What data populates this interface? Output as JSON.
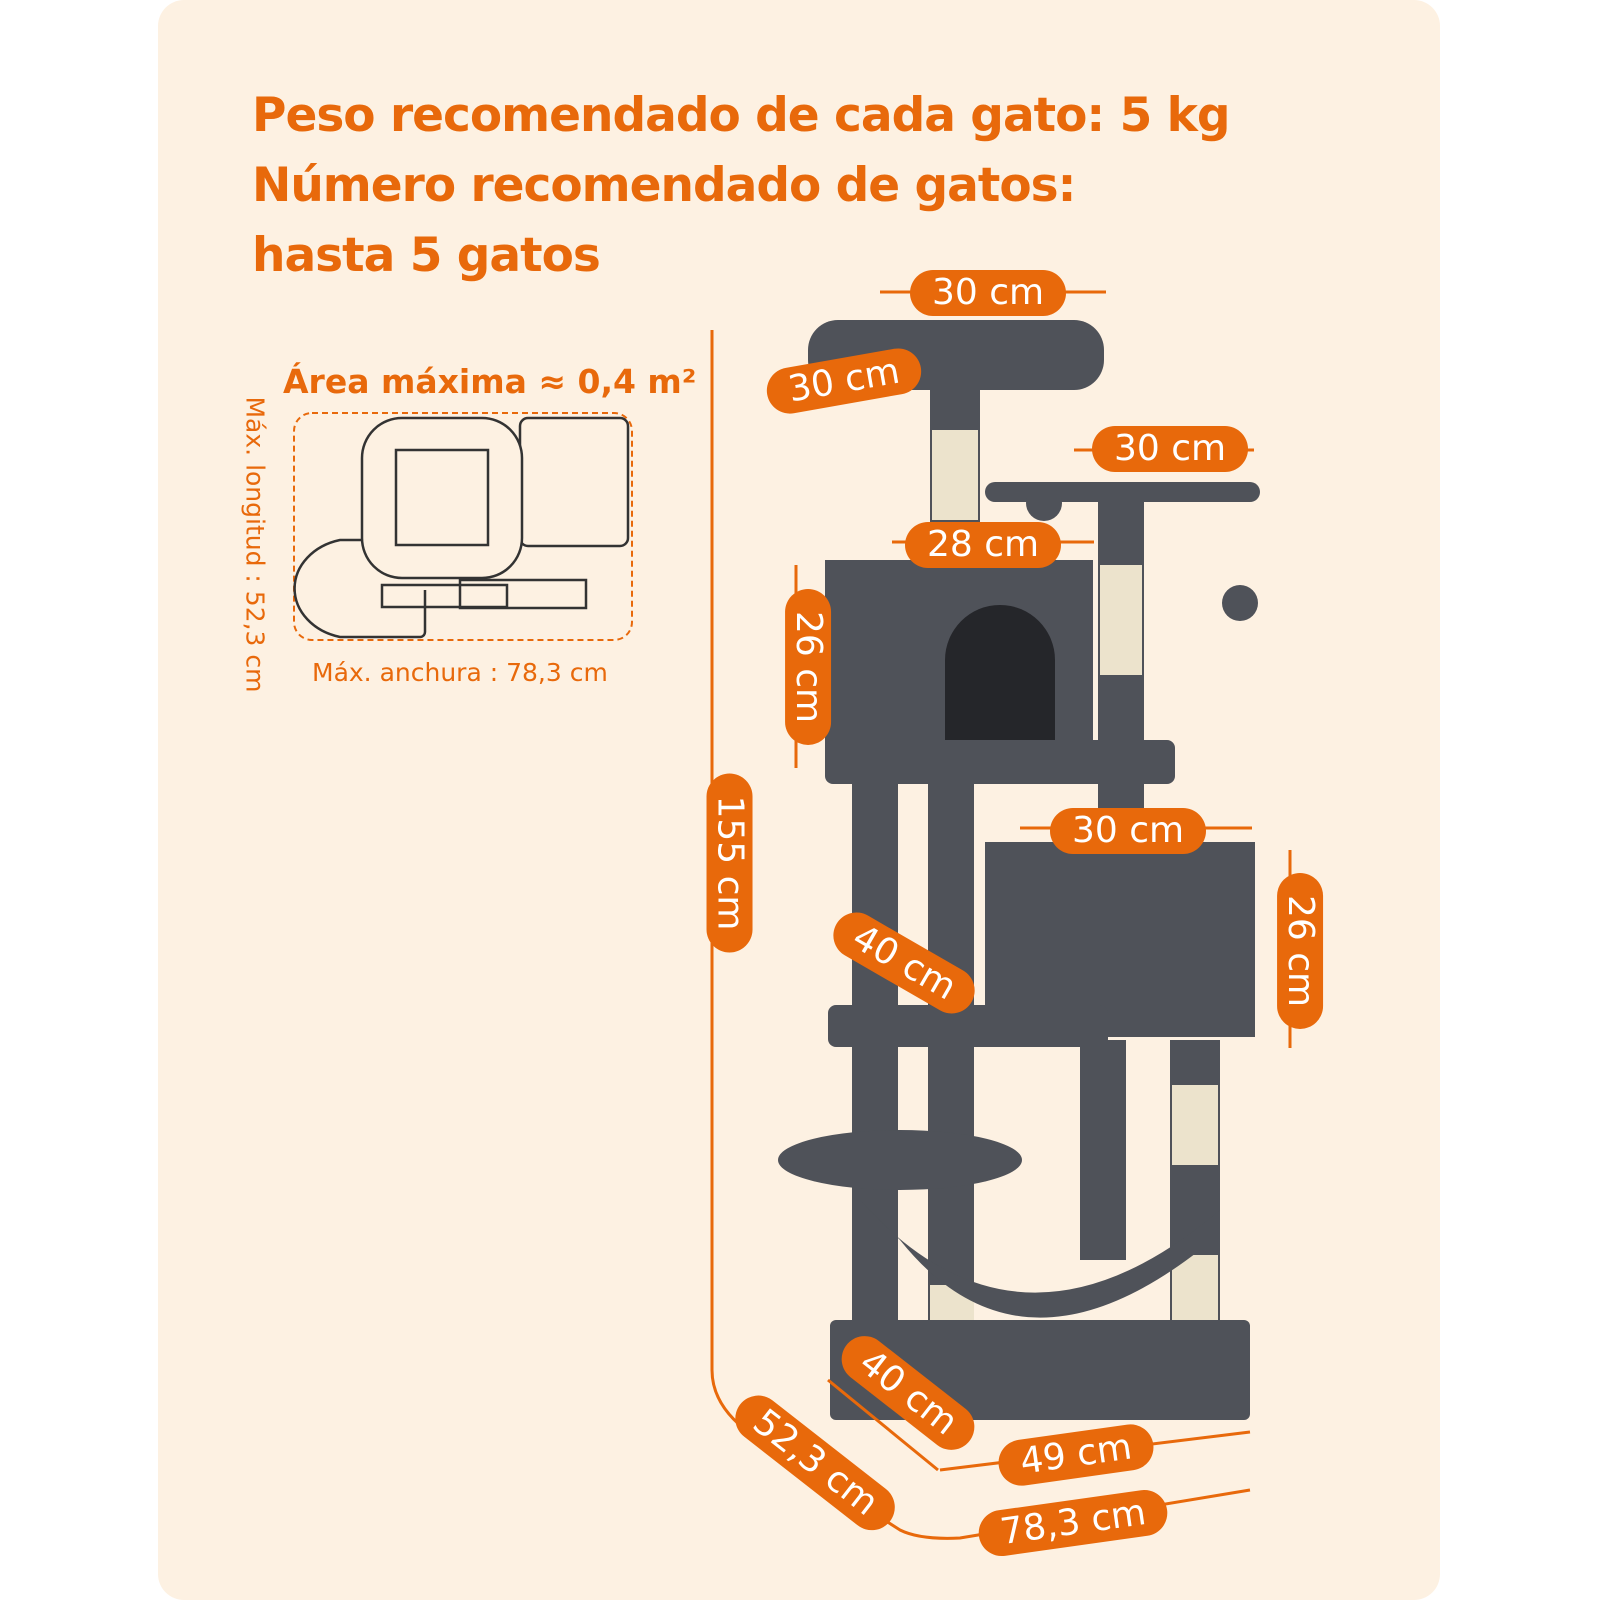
{
  "headline": {
    "line1": "Peso recomendado de cada gato: 5 kg",
    "line2": "Número recomendado de gatos:",
    "line3": "hasta 5 gatos"
  },
  "footprint": {
    "title": "Área máxima ≈ 0,4 m²",
    "max_length": "Máx. longitud : 52,3 cm",
    "max_width": "Máx. anchura : 78,3 cm"
  },
  "dimensions": {
    "top_width": "30 cm",
    "top_depth": "30 cm",
    "side_platform": "30 cm",
    "upper_condo_width": "28 cm",
    "upper_condo_height": "26 cm",
    "height": "155 cm",
    "lower_condo_width": "30 cm",
    "lower_condo_height": "26 cm",
    "mid_platform": "40 cm",
    "base_depth": "40 cm",
    "base_width": "49 cm",
    "total_depth": "52,3 cm",
    "total_width": "78,3 cm"
  },
  "colors": {
    "accent": "#e8690b",
    "background": "#fdf1e2",
    "product": "#4f5259"
  }
}
